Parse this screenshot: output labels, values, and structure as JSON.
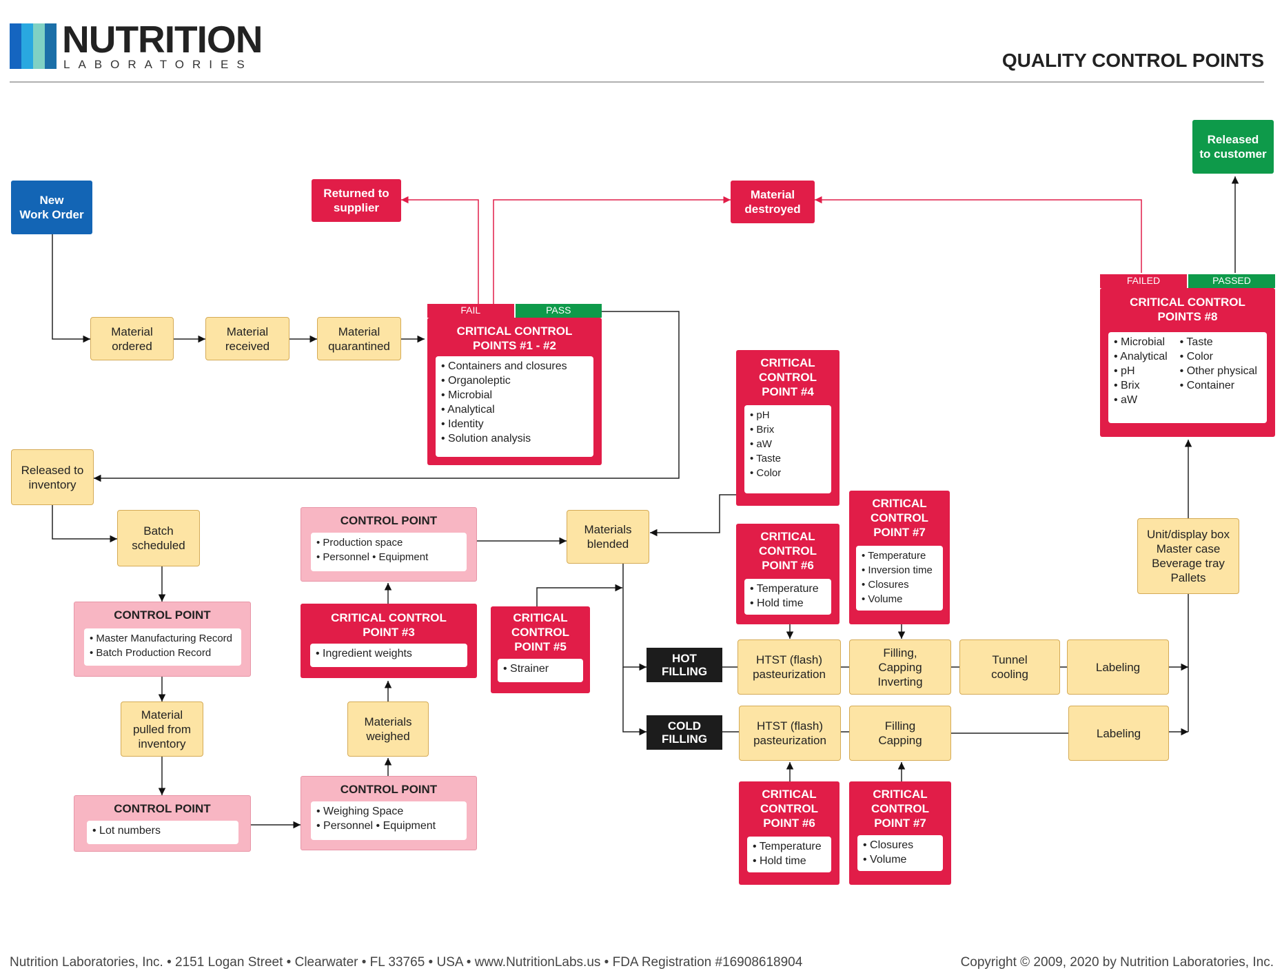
{
  "header": {
    "logo_title": "NUTRITION",
    "logo_subtitle": "LABORATORIES",
    "page_title": "QUALITY CONTROL POINTS",
    "logo_colors": [
      "#1565c0",
      "#29a8e0",
      "#7fd1c4",
      "#1b6fa8"
    ]
  },
  "nodes": {
    "new_work_order": "New\nWork Order",
    "material_ordered": "Material\nordered",
    "material_received": "Material\nreceived",
    "material_quarantined": "Material\nquarantined",
    "returned_to_supplier": "Returned to\nsupplier",
    "material_destroyed": "Material\ndestroyed",
    "released_to_customer": "Released\nto customer",
    "released_to_inventory": "Released to\ninventory",
    "batch_scheduled": "Batch\nscheduled",
    "material_pulled": "Material\npulled from\ninventory",
    "materials_weighed": "Materials\nweighed",
    "materials_blended": "Materials\nblended",
    "hot_filling": "HOT\nFILLING",
    "cold_filling": "COLD\nFILLING",
    "htst_hot": "HTST (flash)\npasteurization",
    "htst_cold": "HTST (flash)\npasteurization",
    "filling_capping_inverting": "Filling,\nCapping\nInverting",
    "filling_capping": "Filling\nCapping",
    "tunnel_cooling": "Tunnel\ncooling",
    "labeling_hot": "Labeling",
    "labeling_cold": "Labeling",
    "packaging": "Unit/display box\nMaster case\nBeverage tray\nPallets"
  },
  "ccp12": {
    "fail": "FAIL",
    "pass": "PASS",
    "title": "CRITICAL CONTROL\nPOINTS #1 - #2",
    "items": [
      "Containers and closures",
      "Organoleptic",
      "Microbial",
      "Analytical",
      "Identity",
      "Solution analysis"
    ]
  },
  "ccp3": {
    "title": "CRITICAL CONTROL\nPOINT #3",
    "items": [
      "Ingredient weights"
    ]
  },
  "ccp4": {
    "title": "CRITICAL\nCONTROL\nPOINT #4",
    "items": [
      "pH",
      "Brix",
      "aW",
      "Taste",
      "Color"
    ]
  },
  "ccp5": {
    "title": "CRITICAL\nCONTROL\nPOINT #5",
    "items": [
      "Strainer"
    ]
  },
  "ccp6_hot": {
    "title": "CRITICAL\nCONTROL\nPOINT #6",
    "items": [
      "Temperature",
      "Hold time"
    ]
  },
  "ccp7_hot": {
    "title": "CRITICAL\nCONTROL\nPOINT #7",
    "items": [
      "Temperature",
      "Inversion time",
      "Closures",
      "Volume"
    ]
  },
  "ccp6_cold": {
    "title": "CRITICAL\nCONTROL\nPOINT #6",
    "items": [
      "Temperature",
      "Hold time"
    ]
  },
  "ccp7_cold": {
    "title": "CRITICAL\nCONTROL\nPOINT #7",
    "items": [
      "Closures",
      "Volume"
    ]
  },
  "ccp8": {
    "failed": "FAILED",
    "passed": "PASSED",
    "title": "CRITICAL CONTROL\nPOINTS #8",
    "items_left": [
      "Microbial",
      "Analytical",
      "pH",
      "Brix",
      "aW"
    ],
    "items_right": [
      "Taste",
      "Color",
      "Other physical",
      "Container"
    ]
  },
  "cp_production": {
    "title": "CONTROL POINT",
    "items": [
      "Production space",
      "Personnel • Equipment"
    ]
  },
  "cp_master": {
    "title": "CONTROL POINT",
    "items": [
      "Master Manufacturing Record",
      "Batch Production Record"
    ]
  },
  "cp_lot": {
    "title": "CONTROL POINT",
    "items": [
      "Lot numbers"
    ]
  },
  "cp_weighing": {
    "title": "CONTROL POINT",
    "items": [
      "Weighing Space",
      "Personnel • Equipment"
    ]
  },
  "footer": {
    "left": "Nutrition Laboratories, Inc. • 2151 Logan Street • Clearwater • FL 33765 • USA • www.NutritionLabs.us • FDA Registration #16908618904",
    "right": "Copyright © 2009, 2020 by Nutrition Laboratories, Inc."
  }
}
